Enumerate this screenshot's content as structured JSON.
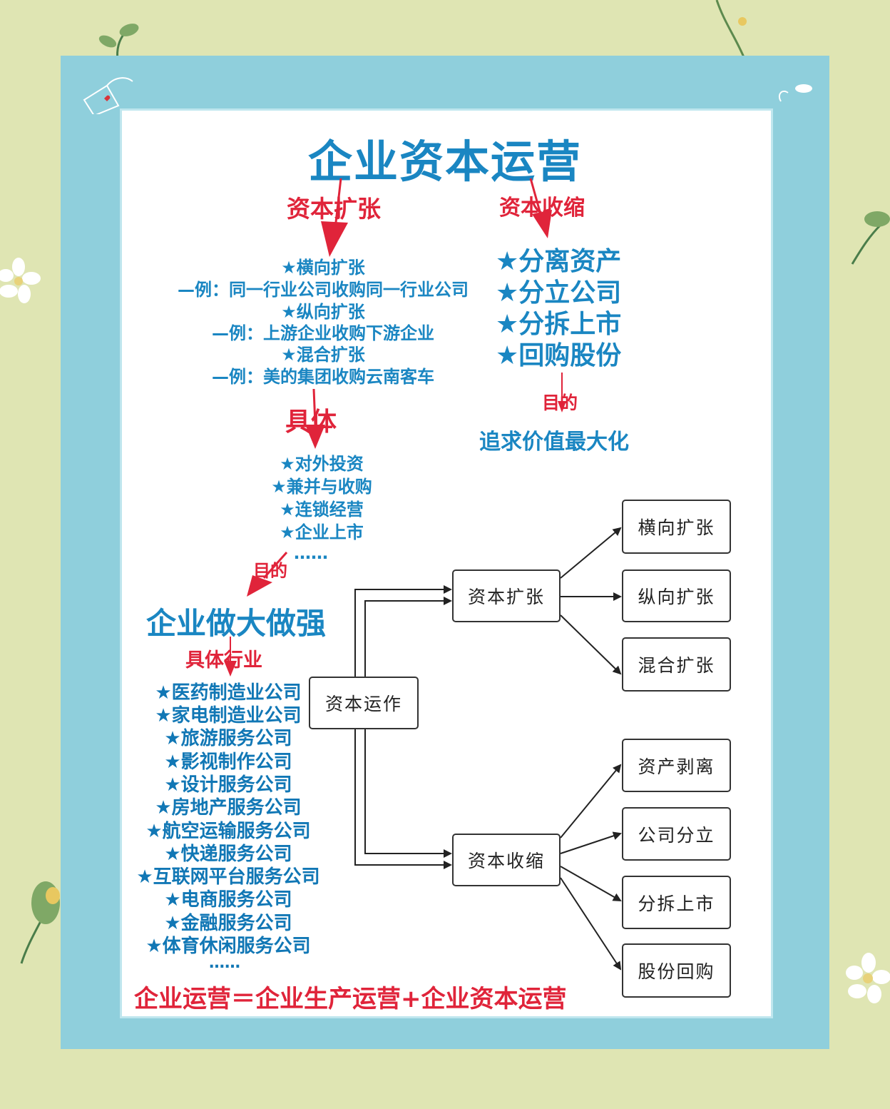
{
  "title": "企业资本运营",
  "expansion": {
    "heading": "资本扩张",
    "lines": [
      "★横向扩张",
      "—例：同一行业公司收购同一行业公司",
      "★纵向扩张",
      "—例：上游企业收购下游企业",
      "★混合扩张",
      "—例：美的集团收购云南客车"
    ],
    "specific_heading": "具体",
    "specific_items": [
      "★对外投资",
      "★兼并与收购",
      "★连锁经营",
      "★企业上市",
      "……"
    ],
    "purpose_label": "目的",
    "purpose_text": "企业做大做强",
    "industry_heading": "具体行业",
    "industries": [
      "★医药制造业公司",
      "★家电制造业公司",
      "★旅游服务公司",
      "★影视制作公司",
      "★设计服务公司",
      "★房地产服务公司",
      "★航空运输服务公司",
      "★快递服务公司",
      "★互联网平台服务公司",
      "★电商服务公司",
      "★金融服务公司",
      "★体育休闲服务公司",
      "……"
    ]
  },
  "contraction": {
    "heading": "资本收缩",
    "items": [
      "★分离资产",
      "★分立公司",
      "★分拆上市",
      "★回购股份"
    ],
    "purpose_label": "目的",
    "purpose_text": "追求价值最大化"
  },
  "formula": "企业运营＝企业生产运营+企业资本运营",
  "diagram": {
    "root": "资本运作",
    "expand": "资本扩张",
    "contract": "资本收缩",
    "expand_children": [
      "横向扩张",
      "纵向扩张",
      "混合扩张"
    ],
    "contract_children": [
      "资产剥离",
      "公司分立",
      "分拆上市",
      "股份回购"
    ]
  },
  "colors": {
    "blue": "#1a86c2",
    "red": "#e0243a",
    "frame": "#8fcfdc",
    "background": "#dfe5b3"
  }
}
